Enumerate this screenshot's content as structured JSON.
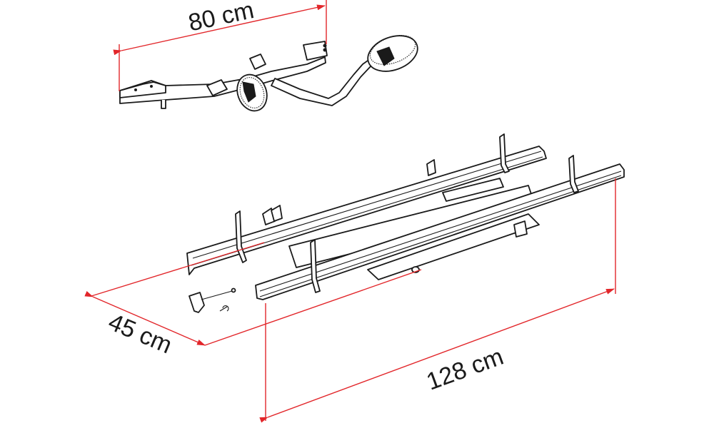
{
  "dimensions": {
    "width_label": "80 cm",
    "depth_label": "45 cm",
    "length_label": "128 cm"
  },
  "colors": {
    "dimension_line": "#e2262a",
    "drawing_ink": "#1a1a1a",
    "background": "#ffffff"
  }
}
